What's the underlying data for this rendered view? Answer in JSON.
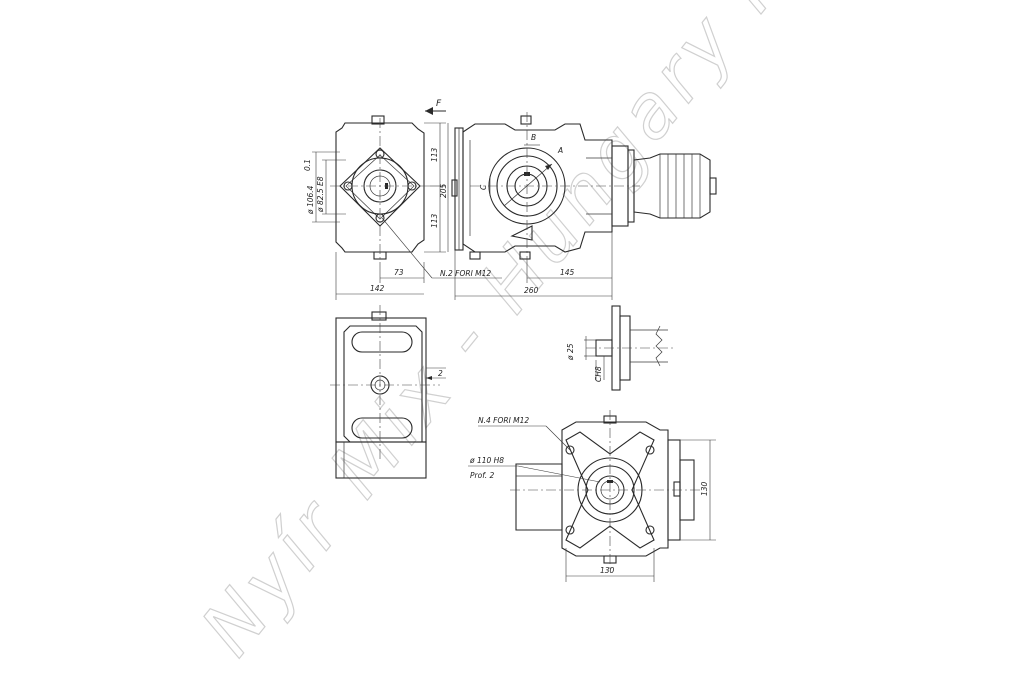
{
  "watermark": "Nyír Mix - Hungary Kft",
  "force_label": "F",
  "top_view": {
    "dim_113_a": "113",
    "dim_113_b": "113",
    "dim_205": "205",
    "dim_d106": "ø 106.4",
    "dim_d106_tol": "0.1",
    "dim_d82": "ø 82.5 E8",
    "dim_73": "73",
    "dim_142": "142",
    "dim_145": "145",
    "dim_260": "260",
    "holes_note": "N.2 FORI M12",
    "label_b": "B",
    "label_a": "A",
    "label_c": "C"
  },
  "shaft_detail": {
    "dim_d25": "ø 25",
    "dim_ch8": "CH8"
  },
  "side_view": {
    "dim_2": "2"
  },
  "front_view": {
    "holes_note": "N.4 FORI M12",
    "dim_d110": "ø 110 H8",
    "prof": "Prof. 2",
    "dim_130_h": "130",
    "dim_130_v": "130"
  }
}
